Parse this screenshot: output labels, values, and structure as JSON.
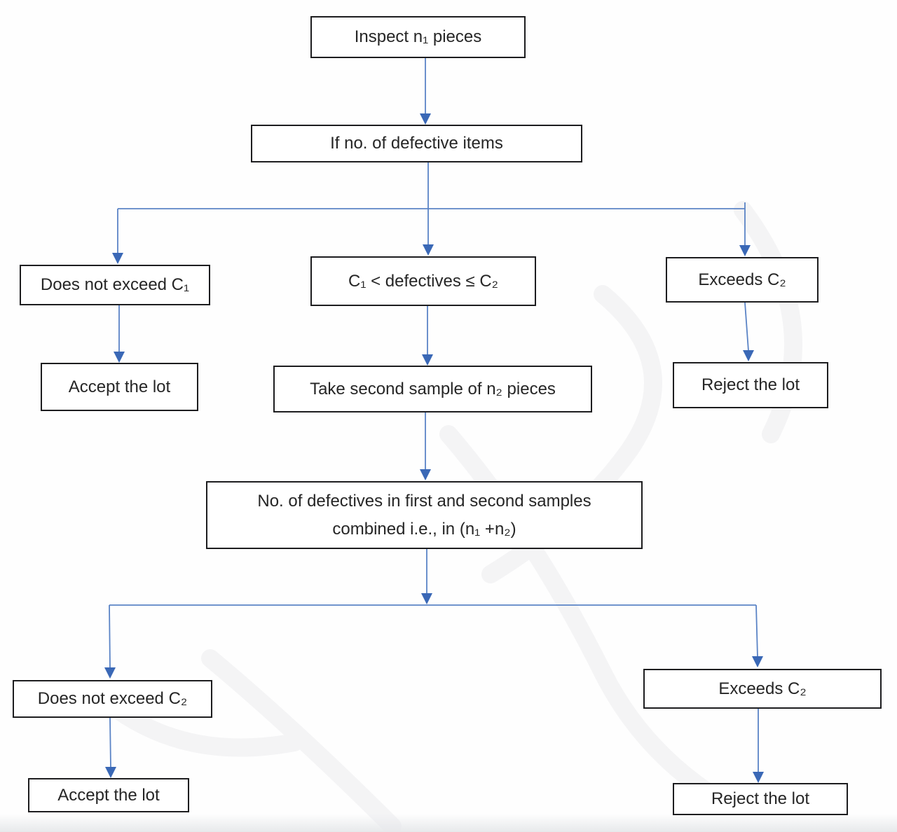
{
  "palette": {
    "box_border": "#1d1d1f",
    "text": "#262626",
    "connector_line": "#5b84c6",
    "arrowhead": "#3a68b6",
    "background": "#fefefe"
  },
  "flowchart": {
    "nodes": {
      "inspect": {
        "label": "Inspect n₁ pieces"
      },
      "defective_items": {
        "label": "If no. of defective items"
      },
      "not_exceed_c1": {
        "label": "Does not exceed C₁"
      },
      "between_c1_c2": {
        "label": "C₁ < defectives ≤ C₂"
      },
      "exceeds_c2_first": {
        "label": "Exceeds C₂"
      },
      "accept_first": {
        "label": "Accept the lot"
      },
      "second_sample": {
        "label": "Take second sample of n₂ pieces"
      },
      "reject_first": {
        "label": "Reject the lot"
      },
      "combined": {
        "line1": "No. of defectives in first and second samples",
        "line2": "combined i.e., in (n₁ +n₂)"
      },
      "not_exceed_c2": {
        "label": "Does not exceed C₂"
      },
      "exceeds_c2_second": {
        "label": "Exceeds C₂"
      },
      "accept_second": {
        "label": "Accept the lot"
      },
      "reject_second": {
        "label": "Reject the lot"
      }
    }
  }
}
